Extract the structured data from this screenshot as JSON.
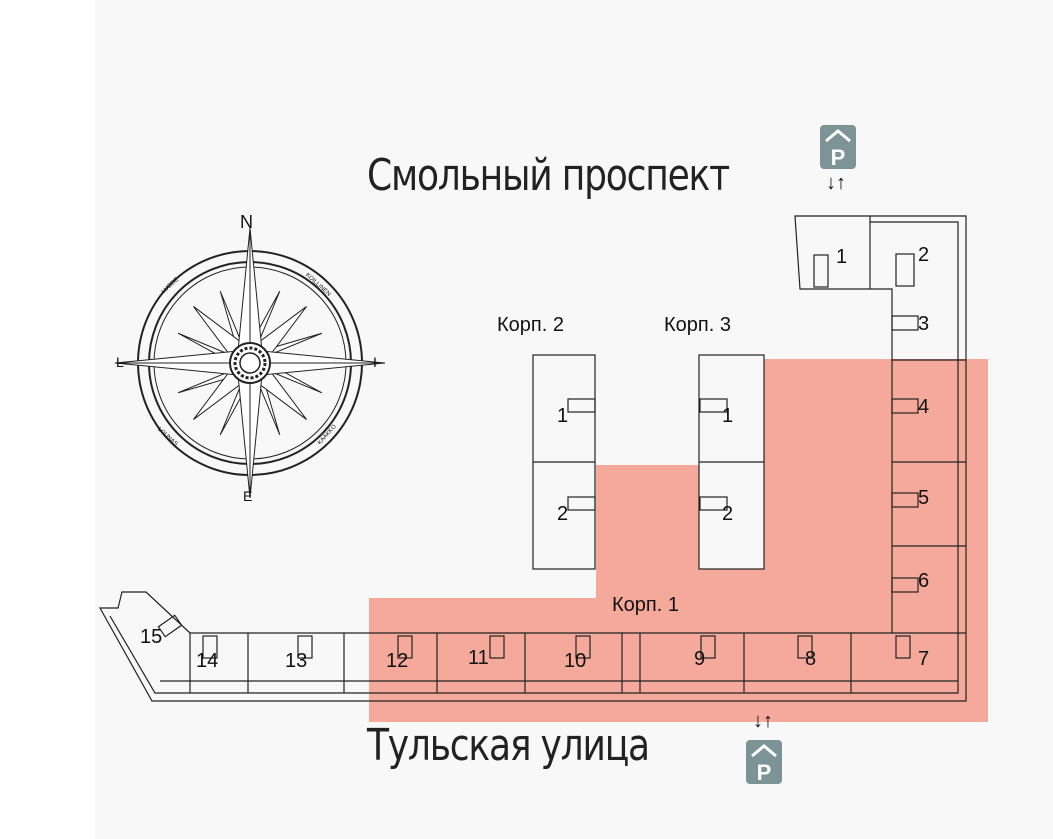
{
  "streets": {
    "north": "Смольный проспект",
    "south": "Тульская улица"
  },
  "compass": {
    "north": "N",
    "south": "E",
    "west": "L",
    "east": "I",
    "ne_text": "KOILLINEN",
    "nw_text": "LUODE",
    "sw_text": "LOUNAS",
    "se_text": "KAAKKO"
  },
  "parking": {
    "symbol": "P",
    "arrows": "↓↑"
  },
  "buildings": {
    "korp1": {
      "label": "Корп. 1"
    },
    "korp2": {
      "label": "Корп. 2",
      "entrances": [
        "1",
        "2"
      ]
    },
    "korp3": {
      "label": "Корп. 3",
      "entrances": [
        "1",
        "2"
      ]
    }
  },
  "korp1_entrances": [
    "1",
    "2",
    "3",
    "4",
    "5",
    "6",
    "7",
    "8",
    "9",
    "10",
    "11",
    "12",
    "13",
    "14",
    "15"
  ],
  "colors": {
    "highlight": "#f4a08f",
    "outline": "#222222",
    "parking": "#7c9495"
  }
}
